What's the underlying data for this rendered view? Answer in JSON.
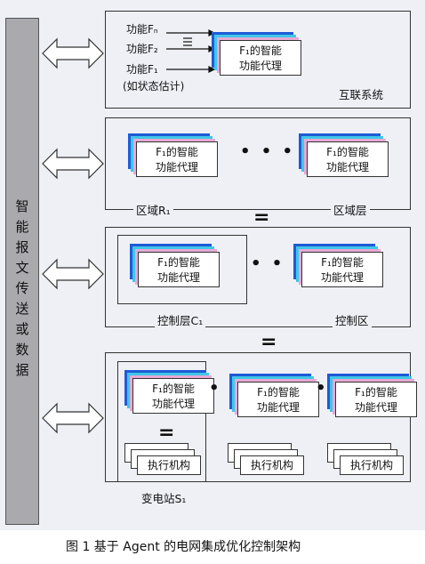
{
  "bus_label": "智能报文传送或数据",
  "top": {
    "functions": [
      "功能Fₙ",
      "功能F₂",
      "功能F₁",
      "(如状态估计)"
    ],
    "agent": [
      "F₁的智能",
      "功能代理"
    ],
    "label": "互联系统"
  },
  "region": {
    "agent": [
      "F₁的智能",
      "功能代理"
    ],
    "dots": "• • •",
    "label_left": "区域R₁",
    "label_right": "区域层"
  },
  "control": {
    "agent": [
      "F₁的智能",
      "功能代理"
    ],
    "dots": "• • •",
    "label_left": "控制层C₁",
    "label_right": "控制区"
  },
  "station": {
    "agent": [
      "F₁的智能",
      "功能代理"
    ],
    "exec": "执行机构",
    "label": "变电站S₁"
  },
  "eq_symbol": "=",
  "caption": "图 1   基于 Agent 的电网集成优化控制架构",
  "colors": {
    "blue": "#1e5bd6",
    "cyan": "#3fc7e8",
    "pink": "#e8a8d4",
    "bus": "#a9a9ae"
  }
}
